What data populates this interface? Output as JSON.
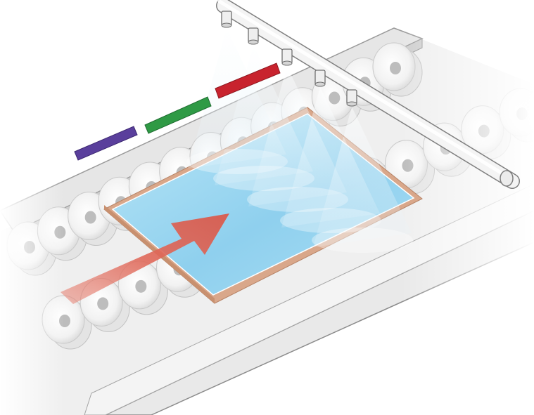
{
  "illustration": {
    "subject": "conveyor-glass-panel-inspection",
    "colors": {
      "background": "#ffffff",
      "rail": "#e3e3e3",
      "rail_edge": "#8c8c8c",
      "roller": "#f4f4f4",
      "roller_edge": "#c9c9c9",
      "panel_frame": "#e7b79b",
      "panel_glass": "#9fd6ef",
      "arrow": "#e0786a",
      "nozzle_bar": "#f1f1f1",
      "spray": "#dfeef6",
      "strip_red": "#c8232e",
      "strip_green": "#2f9a45",
      "strip_purple": "#5a3f9c"
    },
    "icons": {
      "arrow": "right-arrow-icon",
      "nozzle": "spray-nozzle-icon"
    },
    "color_strips": [
      "purple",
      "green",
      "red"
    ],
    "nozzle_count": 5,
    "roller_rows": 2
  }
}
